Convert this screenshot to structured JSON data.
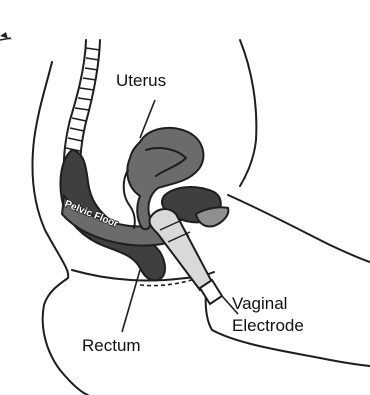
{
  "diagram": {
    "labels": {
      "uterus": "Uterus",
      "pelvic_floor": "Pelvic Floor",
      "vaginal": "Vaginal",
      "electrode": "Electrode",
      "rectum": "Rectum"
    },
    "colors": {
      "tissue_dark": "#3f3f3f",
      "tissue_mid": "#6b6b6b",
      "tissue_light": "#8f8f8f",
      "probe": "#d9d9d9",
      "ink": "#1e1e1e",
      "background": "#ffffff"
    },
    "icons": {
      "corner_marker": "arrow-right-icon"
    }
  }
}
